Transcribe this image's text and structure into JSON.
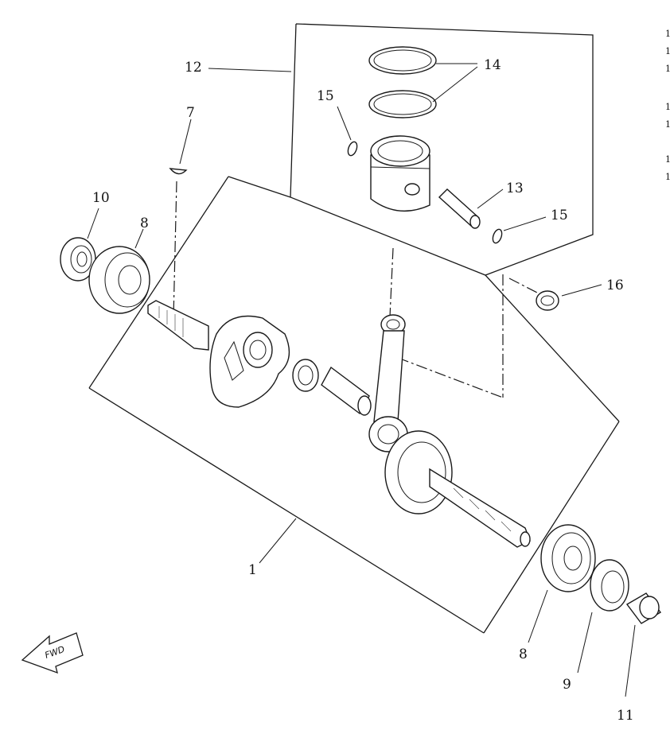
{
  "callouts": {
    "c1": "1",
    "c7": "7",
    "c8a": "8",
    "c8b": "8",
    "c9": "9",
    "c10": "10",
    "c11": "11",
    "c12": "12",
    "c13": "13",
    "c14": "14",
    "c15a": "15",
    "c15b": "15",
    "c16": "16"
  },
  "fwd_label": "FWD",
  "edge_marks": [
    "1",
    "1",
    "1",
    "1",
    "1",
    "1",
    "1"
  ],
  "icons": {
    "fwd": "forward-arrow-icon"
  }
}
